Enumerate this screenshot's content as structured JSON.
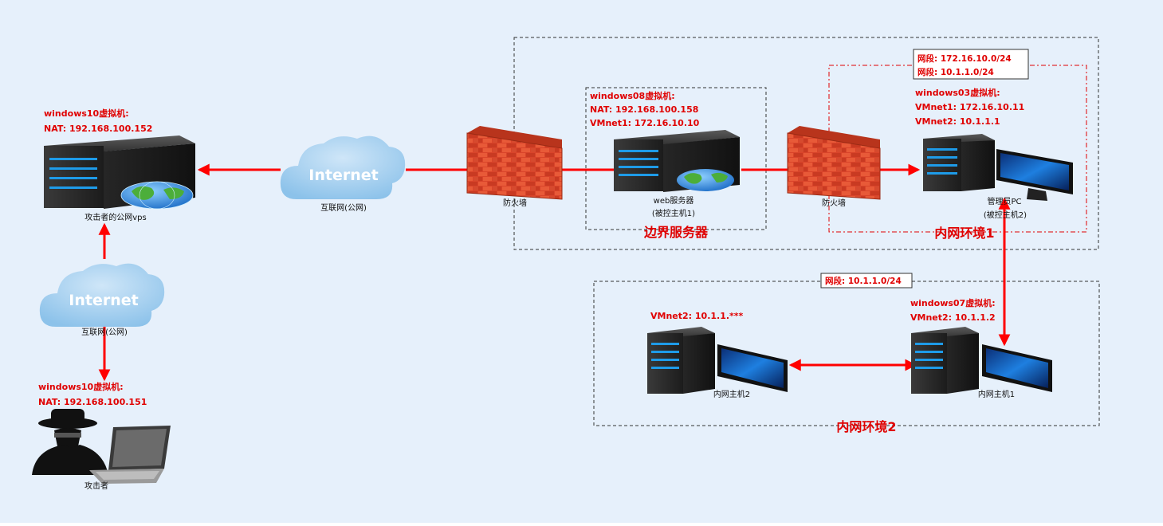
{
  "colors": {
    "background": "#e6f0fb",
    "link": "#ff0000",
    "label": "#e00000",
    "dash_box": "#333333",
    "dash_box_red": "#e00000"
  },
  "attacker_vps": {
    "vm_title": "windows10虚拟机:",
    "nat": "NAT:  192.168.100.152",
    "caption": "攻击者的公网vps"
  },
  "cloud_top": {
    "text": "Internet",
    "caption": "互联网(公网)"
  },
  "cloud_left": {
    "text": "Internet",
    "caption": "互联网(公网)"
  },
  "attacker": {
    "vm_title": "windows10虚拟机:",
    "nat": "NAT:  192.168.100.151",
    "caption": "攻击者"
  },
  "firewall1": {
    "caption": "防火墙"
  },
  "firewall2": {
    "caption": "防火墙"
  },
  "web_server": {
    "vm_title": "windows08虚拟机:",
    "nat": "NAT:    192.168.100.158",
    "vmnet1": "VMnet1:  172.16.10.10",
    "caption": "web服务器",
    "caption2": "(被控主机1)"
  },
  "zone_border": {
    "title": "边界服务器"
  },
  "admin_pc": {
    "vm_title": "windows03虚拟机:",
    "vmnet1": "VMnet1:  172.16.10.11",
    "vmnet2": "VMnet2:  10.1.1.1",
    "caption": "管理员PC",
    "caption2": "(被控主机2)"
  },
  "zone1": {
    "title": "内网环境1",
    "segment1": "网段: 172.16.10.0/24",
    "segment2": "网段: 10.1.1.0/24"
  },
  "zone2": {
    "title": "内网环境2",
    "segment": "网段: 10.1.1.0/24"
  },
  "host1": {
    "vm_title": "windows07虚拟机:",
    "vmnet2": "VMnet2:  10.1.1.2",
    "caption": "内网主机1"
  },
  "host2": {
    "vmnet2": "VMnet2:  10.1.1.***",
    "caption": "内网主机2"
  }
}
